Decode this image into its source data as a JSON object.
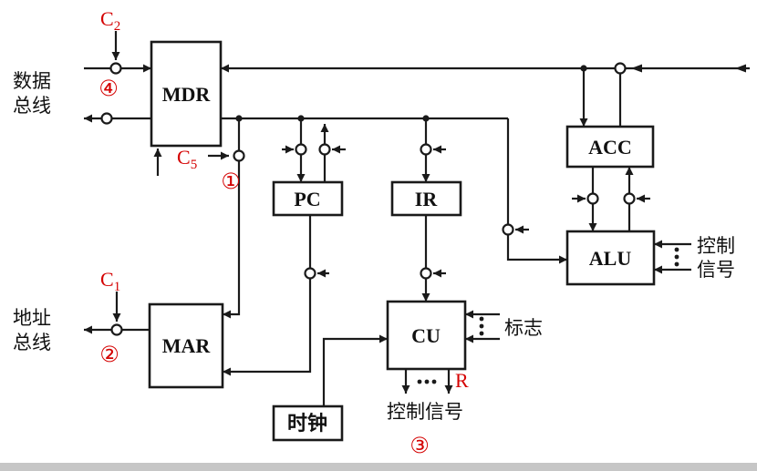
{
  "colors": {
    "accent_red": "#d40000",
    "line": "#1a1a1a",
    "background": "#ffffff"
  },
  "blocks": {
    "mdr": {
      "label": "MDR"
    },
    "pc": {
      "label": "PC"
    },
    "ir": {
      "label": "IR"
    },
    "acc": {
      "label": "ACC"
    },
    "alu": {
      "label": "ALU"
    },
    "mar": {
      "label": "MAR"
    },
    "cu": {
      "label": "CU"
    },
    "clock": {
      "label": "时钟"
    }
  },
  "bus_labels": {
    "data_bus": {
      "line1": "数据",
      "line2": "总线"
    },
    "address_bus": {
      "line1": "地址",
      "line2": "总线"
    }
  },
  "signal_labels": {
    "alu_control": {
      "line1": "控制",
      "line2": "信号"
    },
    "flags": "标志",
    "cu_control": "控制信号"
  },
  "gate_labels": {
    "c2": {
      "base": "C",
      "sub": "2"
    },
    "c5": {
      "base": "C",
      "sub": "5"
    },
    "c1": {
      "base": "C",
      "sub": "1"
    },
    "num4": "④",
    "num1": "①",
    "num2": "②",
    "num3": "③",
    "r": "R"
  }
}
